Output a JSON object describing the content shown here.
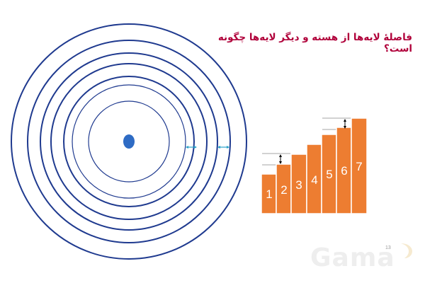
{
  "slide": {
    "title": "فاصلهٔ لایه‌ها از هسته و دیگر لایه‌ها چگونه است؟",
    "number": "13",
    "watermark": "Gama"
  },
  "colors": {
    "title": "#b0003a",
    "orbit": "#1f3a8f",
    "nucleus": "#2e6bc4",
    "step_fill": "#ed7d31",
    "step_stroke": "#ffffff",
    "gap_arrow": "#2aa1c8"
  },
  "icons": {
    "nucleus": "nucleus-icon",
    "gap_marker": "double-headed-arrow-icon",
    "watermark_mark": "gama-logo-icon"
  },
  "atom": {
    "shell_count": 7,
    "thin_shell_count": 2,
    "gap_marker_count": 2
  },
  "staircase": {
    "steps": [
      "1",
      "2",
      "3",
      "4",
      "5",
      "6",
      "7"
    ],
    "gap_marker_count": 2
  }
}
